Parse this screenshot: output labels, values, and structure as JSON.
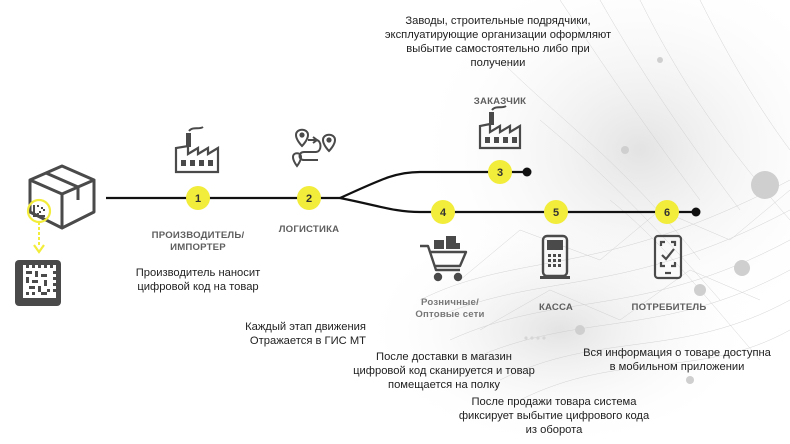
{
  "steps": [
    {
      "num": "1",
      "heading": "ПРОИЗВОДИТЕЛЬ/\nИМПОРТЕР",
      "desc": "Производитель наносит\nцифровой код на товар"
    },
    {
      "num": "2",
      "heading": "ЛОГИСТИКА",
      "desc": "Каждый этап движения\nОтражается в ГИС МТ"
    },
    {
      "num": "3",
      "heading": "ЗАКАЗЧИК",
      "desc": "Заводы, строительные подрядчики,\nэксплуатирующие организации оформляют\nвыбытие самостоятельно либо при\nполучении"
    },
    {
      "num": "4",
      "heading": "Розничные/\nОптовые сети",
      "desc": "После доставки в магазин\nцифровой код сканируется и товар\nпомещается на полку"
    },
    {
      "num": "5",
      "heading": "КАССА",
      "desc": "После продажи товара система\nфиксирует выбытие цифрового кода\nиз оборота"
    },
    {
      "num": "6",
      "heading": "ПОТРЕБИТЕЛЬ",
      "desc": "Вся информация о товаре доступна\nв мобильном приложении"
    }
  ],
  "colors": {
    "accent": "#f2ec3a",
    "line": "#111111",
    "icon": "#4a4a4a",
    "heading": "#5e5e5e"
  },
  "icons": {
    "product": "box-icon",
    "code": "datamatrix-icon",
    "producer": "factory-icon",
    "logistics": "route-icon",
    "customer": "factory-icon",
    "retail": "shopping-cart-icon",
    "checkout": "payment-terminal-icon",
    "consumer": "smartphone-scan-icon"
  }
}
